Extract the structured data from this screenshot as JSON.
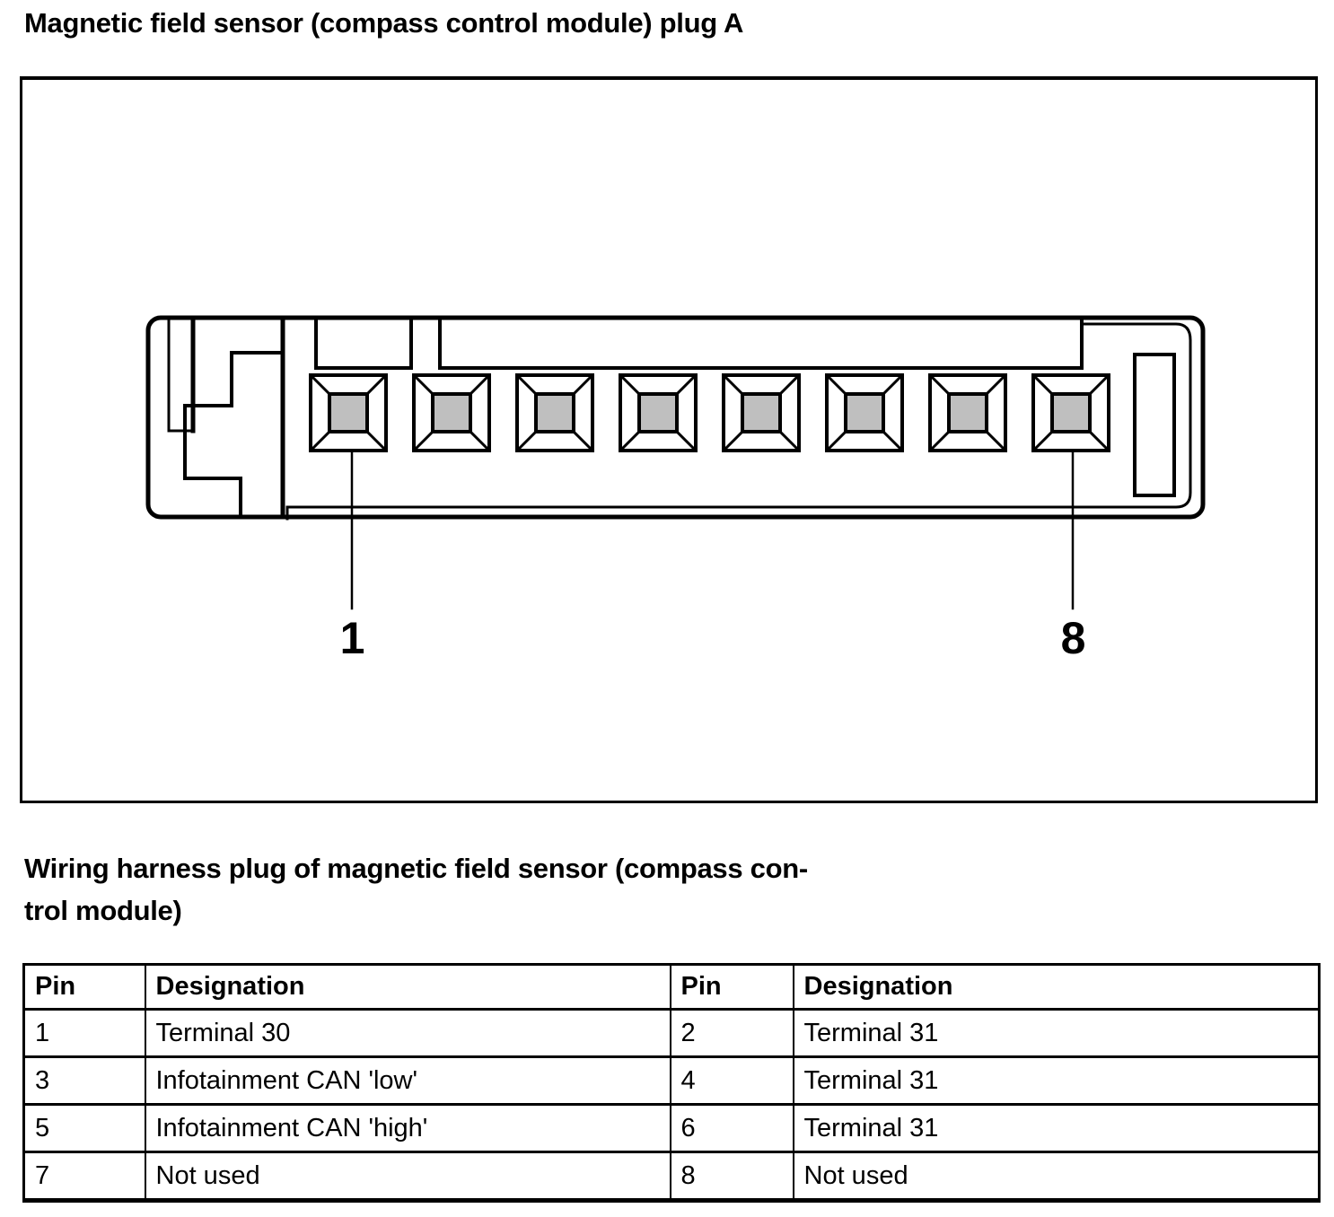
{
  "title": "Magnetic field sensor (compass control module) plug A",
  "figure": {
    "description": "connector pinout drawing",
    "pin_count": 8,
    "pin_fill_color": "#bfbfbf",
    "line_color": "#000000",
    "first_pin_label": "1",
    "last_pin_label": "8"
  },
  "caption": {
    "line1": "Wiring harness plug of magnetic field sensor (compass con-",
    "line2": "trol module)"
  },
  "table": {
    "headers": [
      "Pin",
      "Designation",
      "Pin",
      "Designation"
    ],
    "rows": [
      [
        "1",
        "Terminal 30",
        "2",
        "Terminal 31"
      ],
      [
        "3",
        "Infotainment CAN 'low'",
        "4",
        "Terminal 31"
      ],
      [
        "5",
        "Infotainment CAN 'high'",
        "6",
        "Terminal 31"
      ],
      [
        "7",
        "Not used",
        "8",
        "Not used"
      ]
    ]
  }
}
